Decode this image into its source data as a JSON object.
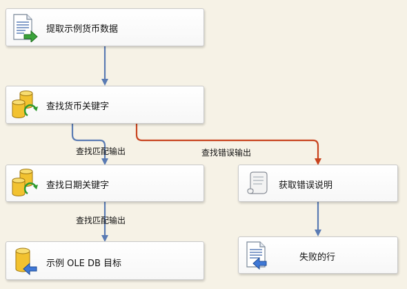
{
  "components": [
    {
      "label": "提取示例货币数据",
      "icon": "flat-file-source-icon"
    },
    {
      "label": "查找货币关键字",
      "icon": "lookup-database-icon"
    },
    {
      "label": "查找日期关键字",
      "icon": "lookup-database-icon"
    },
    {
      "label": "示例 OLE DB 目标",
      "icon": "ole-db-destination-icon"
    },
    {
      "label": "获取错误说明",
      "icon": "script-component-icon"
    },
    {
      "label": "失败的行",
      "icon": "flat-file-destination-icon"
    }
  ],
  "paths": {
    "lookup_match_1": "查找匹配输出",
    "lookup_error": "查找错误输出",
    "lookup_match_2": "查找匹配输出"
  },
  "colors": {
    "background": "#f6f2e6",
    "success_path": "#5a7bb3",
    "error_path": "#c8431e"
  }
}
